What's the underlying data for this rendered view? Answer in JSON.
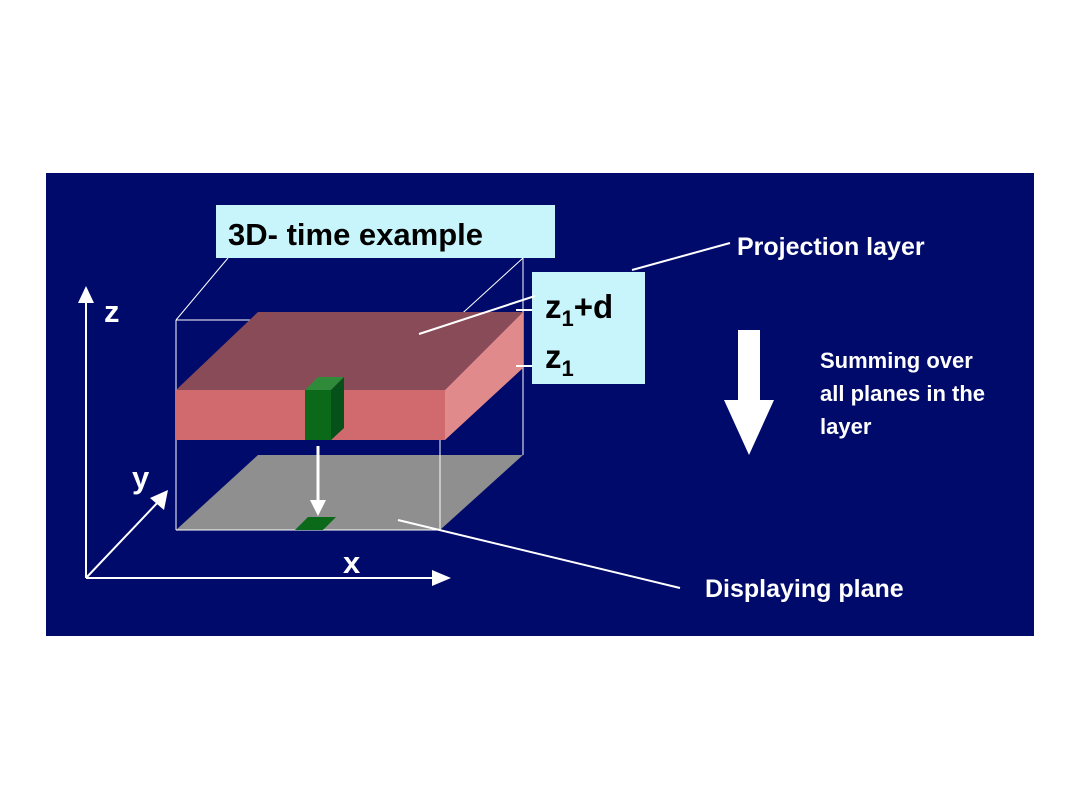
{
  "title": "3D- time example",
  "axes": {
    "x": "x",
    "y": "y",
    "z": "z"
  },
  "layer_labels": {
    "top": "z",
    "top_sub": "1",
    "top_suffix": "+d",
    "bottom": "z",
    "bottom_sub": "1"
  },
  "annotations": {
    "projection_layer": "Projection layer",
    "displaying_plane": "Displaying plane",
    "summing_line1": "Summing over",
    "summing_line2": "all planes in the",
    "summing_line3": "layer"
  },
  "colors": {
    "background": "#000a6b",
    "title_box": "#c8f4fb",
    "layer_top": "#8a4b58",
    "layer_front": "#d06a6e",
    "layer_side": "#e08a8c",
    "plane": "#8f8f8f",
    "voxel": "#0b6a1a"
  }
}
